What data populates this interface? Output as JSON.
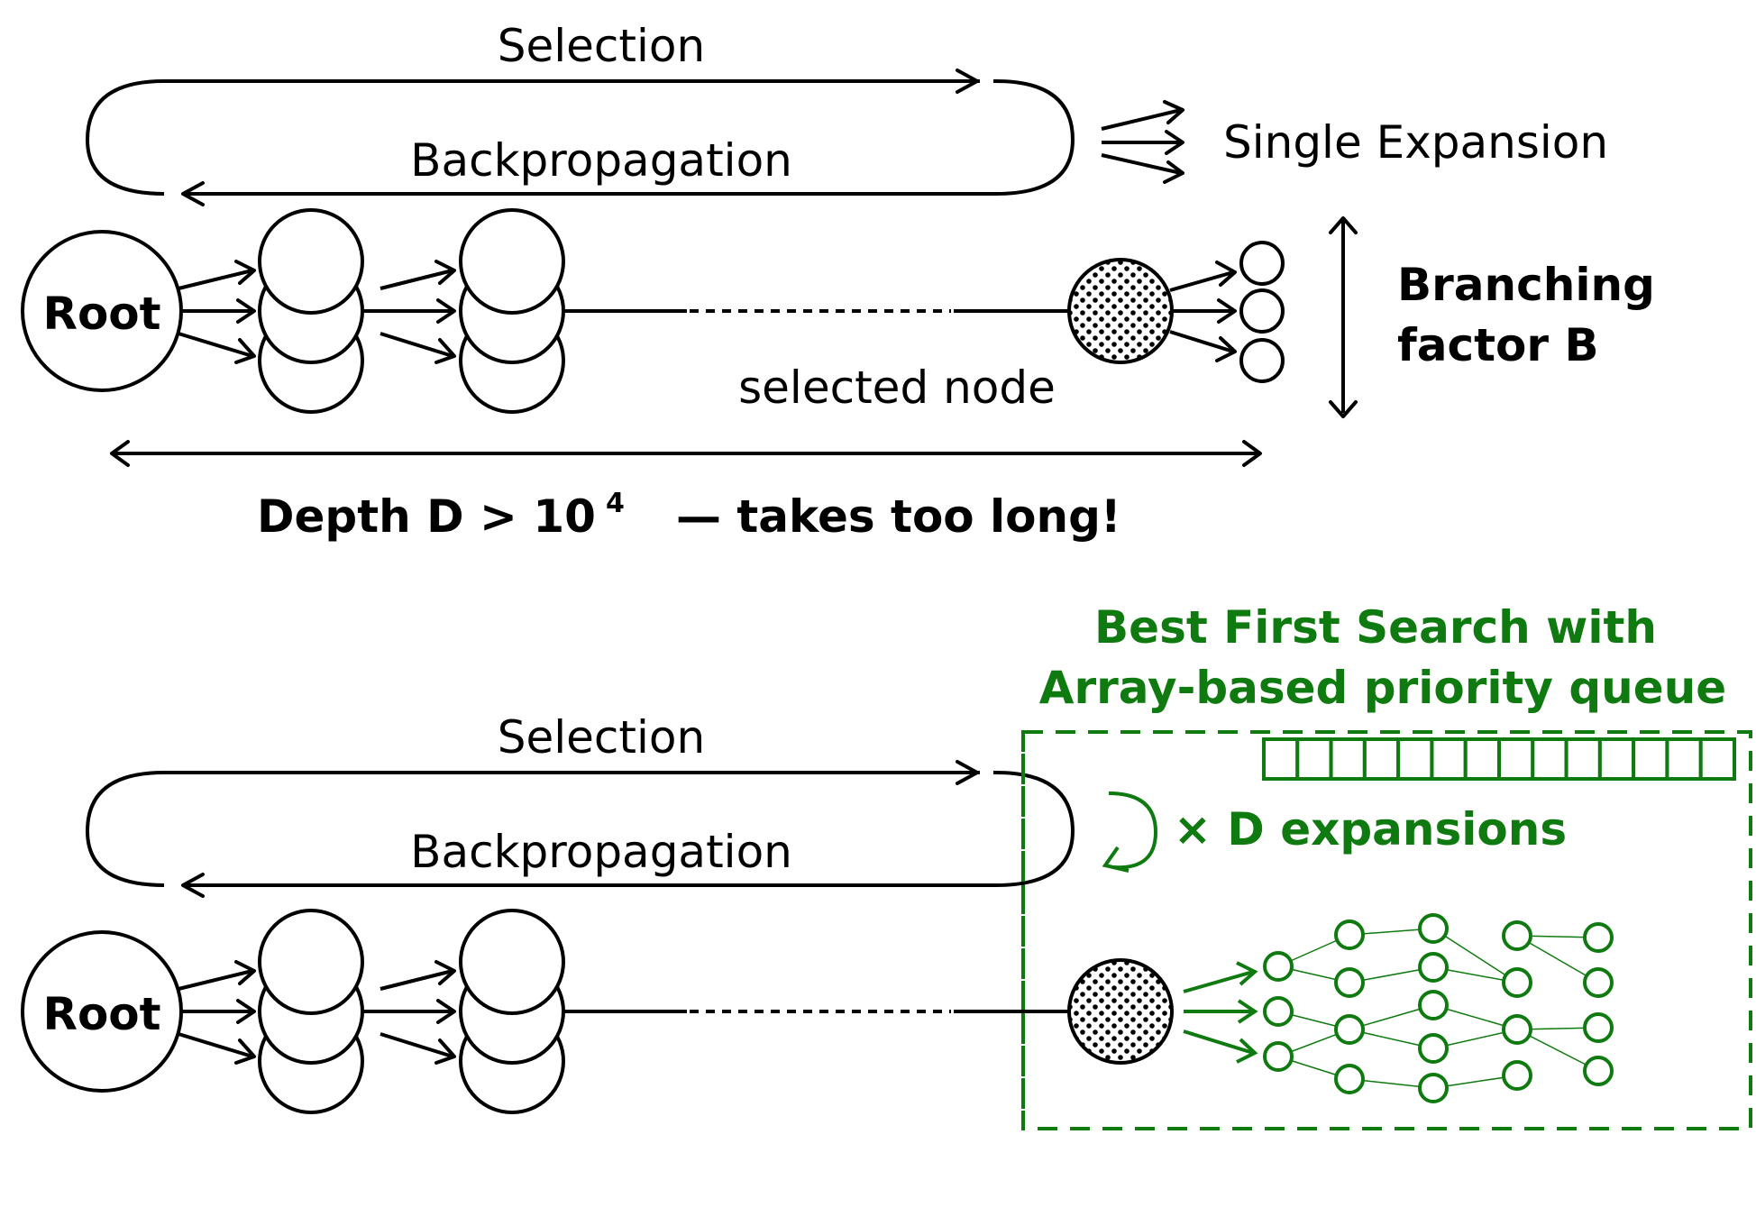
{
  "top": {
    "selection_label": "Selection",
    "backprop_label": "Backpropagation",
    "single_expansion_label": "Single Expansion",
    "branching_line1": "Branching",
    "branching_line2": "factor B",
    "root_label": "Root",
    "selected_node_label": "selected node",
    "depth_label": "Depth D > 10",
    "depth_exponent": "4",
    "too_long_label": "— takes too long!"
  },
  "bottom": {
    "selection_label": "Selection",
    "backprop_label": "Backpropagation",
    "root_label": "Root",
    "bfs_title_line1": "Best First Search with",
    "bfs_title_line2": "Array-based priority queue",
    "expansions_label": "× D expansions",
    "queue_cells": 14
  },
  "colors": {
    "ink": "#000000",
    "accent_green": "#0f7a0f"
  }
}
